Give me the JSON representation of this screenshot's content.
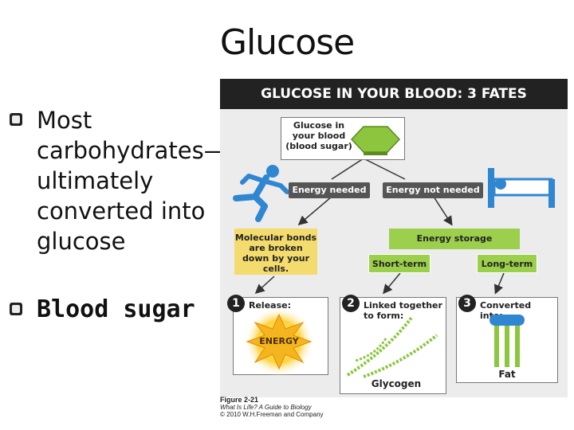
{
  "slide": {
    "title": "Glucose",
    "bullets": [
      {
        "text": "Most carbohydrates—ultimately converted into glucose"
      },
      {
        "text": "Blood sugar"
      }
    ]
  },
  "figure": {
    "header": "GLUCOSE IN YOUR BLOOD: 3 FATES",
    "glucose_label": "Glucose in your blood (blood sugar)",
    "energy_needed": "Energy needed",
    "energy_not_needed": "Energy not needed",
    "molecular_bonds": "Molecular bonds are broken down by your cells.",
    "energy_storage": "Energy storage",
    "short_term": "Short-term",
    "long_term": "Long-term",
    "fates": [
      {
        "number": "1",
        "label": "Release:",
        "result": "ENERGY"
      },
      {
        "number": "2",
        "label": "Linked together to form:",
        "result": "Glycogen"
      },
      {
        "number": "3",
        "label": "Converted into:",
        "result": "Fat"
      }
    ],
    "colors": {
      "header": "#222222",
      "yellow": "#f3dc6d",
      "green": "#9ccf4c",
      "runner": "#2f86d1",
      "hexagon": "#8cc63f"
    }
  },
  "caption": {
    "figure_number": "Figure 2-21",
    "book": "What Is Life? A Guide to Biology",
    "copyright": "© 2010 W.H.Freeman and Company"
  }
}
